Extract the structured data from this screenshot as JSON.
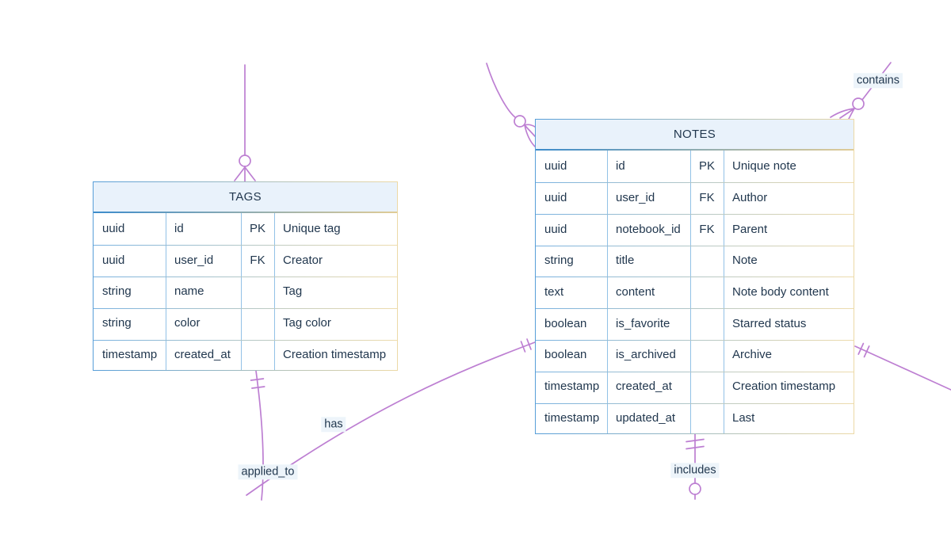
{
  "diagram_type": "entity-relationship",
  "colors": {
    "background": "#ffffff",
    "relationship_line": "#bd7fd2",
    "text": "#21374e",
    "entity_border_left": "#579ed8",
    "entity_border_right": "#ecd9a6",
    "header_fill": "#e9f2fb",
    "header_underline_left": "#3d8ccb",
    "header_underline_right": "#e0cc97",
    "row_separator_left": "#79b2e0",
    "row_separator_right": "#eedcad",
    "column_separator": "#7fb6e2",
    "label_background": "#edf4fa"
  },
  "entities": {
    "tags": {
      "title": "TAGS",
      "rows": [
        {
          "type": "uuid",
          "name": "id",
          "key": "PK",
          "comment": "Unique tag"
        },
        {
          "type": "uuid",
          "name": "user_id",
          "key": "FK",
          "comment": "Creator"
        },
        {
          "type": "string",
          "name": "name",
          "key": "",
          "comment": "Tag"
        },
        {
          "type": "string",
          "name": "color",
          "key": "",
          "comment": "Tag color"
        },
        {
          "type": "timestamp",
          "name": "created_at",
          "key": "",
          "comment": "Creation timestamp"
        }
      ]
    },
    "notes": {
      "title": "NOTES",
      "rows": [
        {
          "type": "uuid",
          "name": "id",
          "key": "PK",
          "comment": "Unique note"
        },
        {
          "type": "uuid",
          "name": "user_id",
          "key": "FK",
          "comment": "Author"
        },
        {
          "type": "uuid",
          "name": "notebook_id",
          "key": "FK",
          "comment": "Parent"
        },
        {
          "type": "string",
          "name": "title",
          "key": "",
          "comment": "Note"
        },
        {
          "type": "text",
          "name": "content",
          "key": "",
          "comment": "Note body content"
        },
        {
          "type": "boolean",
          "name": "is_favorite",
          "key": "",
          "comment": "Starred status"
        },
        {
          "type": "boolean",
          "name": "is_archived",
          "key": "",
          "comment": "Archive"
        },
        {
          "type": "timestamp",
          "name": "created_at",
          "key": "",
          "comment": "Creation timestamp"
        },
        {
          "type": "timestamp",
          "name": "updated_at",
          "key": "",
          "comment": "Last"
        }
      ]
    }
  },
  "connectors": [
    {
      "label": "",
      "attach": "tags-top",
      "marker": "zero-or-many"
    },
    {
      "label": "",
      "attach": "notes-left-upper",
      "marker": "zero-or-many"
    },
    {
      "label": "contains",
      "attach": "notes-top-right",
      "marker": "zero-or-many"
    },
    {
      "label": "has",
      "attach": "notes-left",
      "marker": "one-and-only-one"
    },
    {
      "label": "applied_to",
      "attach": "tags-bottom",
      "marker": "one-and-only-one"
    },
    {
      "label": "includes",
      "attach": "notes-bottom",
      "marker": "one-and-only-one",
      "end_marker": "zero-or-many"
    },
    {
      "label": "",
      "attach": "notes-right",
      "marker": "one-and-only-one"
    }
  ]
}
